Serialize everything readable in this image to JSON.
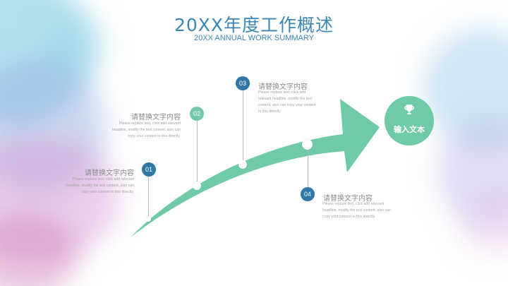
{
  "slide": {
    "title": "20XX年度工作概述",
    "subtitle": "20XX ANNUAL WORK SUMMARY"
  },
  "colors": {
    "title_blue": "#3a86b5",
    "arrow_green": "#6fcaa8",
    "marker_blue": "#2f78a8",
    "marker_green": "#72c8a8"
  },
  "badge": {
    "icon": "trophy-icon",
    "label": "输入文本"
  },
  "milestones": [
    {
      "number": "01",
      "heading": "请替换文字内容",
      "body": [
        "Please replace text, click add relevant",
        "headline, modify the text content, also can",
        "copy your content to this directly."
      ]
    },
    {
      "number": "02",
      "heading": "请替换文字内容",
      "body": [
        "Please replace text, click add relevant",
        "headline, modify the text content, also can",
        "copy your content to this directly."
      ]
    },
    {
      "number": "03",
      "heading": "请替换文字内容",
      "body": [
        "Please replace text, click add",
        "relevant headline, modify the text",
        "content, also can copy your content",
        "to this directly."
      ]
    },
    {
      "number": "04",
      "heading": "请替换文字内容",
      "body": [
        "Please replace text, click add relevant",
        "headline, modify the text content, also can",
        "copy your content to this directly."
      ]
    }
  ]
}
